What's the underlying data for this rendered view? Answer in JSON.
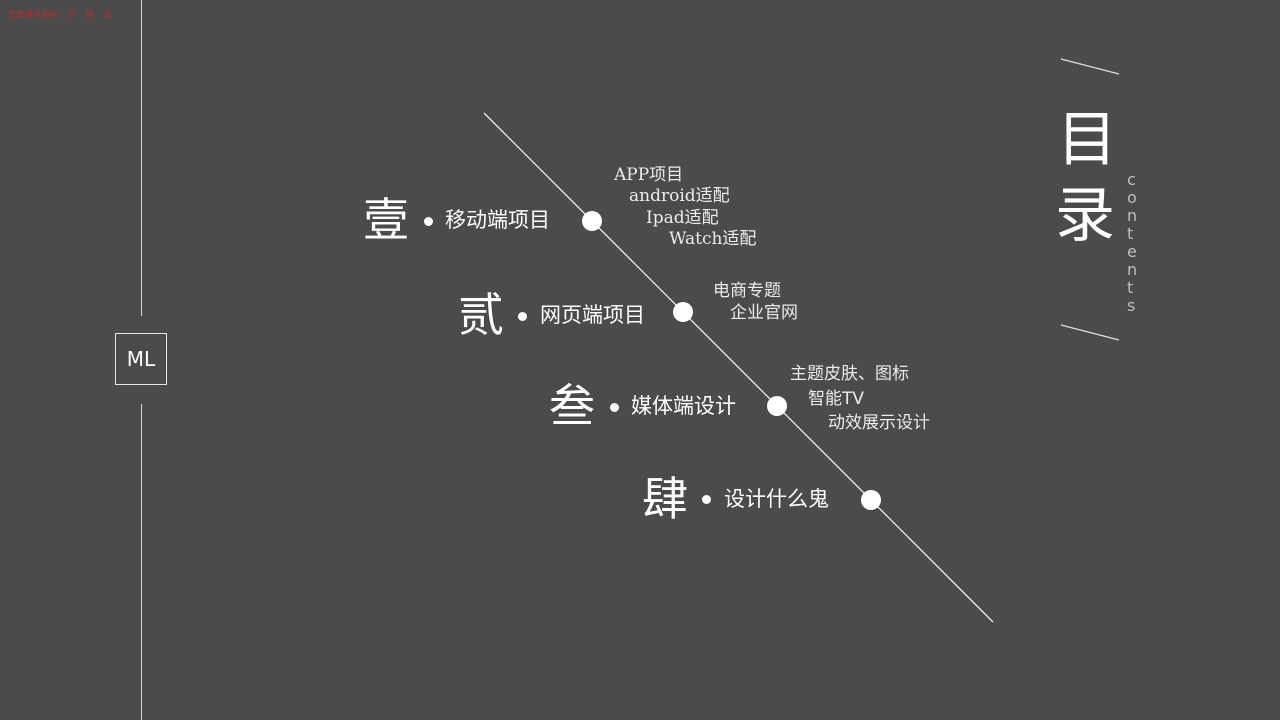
{
  "watermark": "志愿编号指向 · 宁 · 创 · 设",
  "logo": {
    "text": "ML"
  },
  "toc": {
    "char1": "目",
    "char2": "录",
    "subtitle_letters": [
      "c",
      "o",
      "n",
      "t",
      "e",
      "n",
      "t",
      "s"
    ]
  },
  "sections": [
    {
      "numeral": "壹",
      "label": "移动端项目",
      "items": [
        "APP项目",
        "android适配",
        "Ipad适配",
        "Watch适配"
      ]
    },
    {
      "numeral": "贰",
      "label": "网页端项目",
      "items": [
        "电商专题",
        "企业官网"
      ]
    },
    {
      "numeral": "叁",
      "label": "媒体端设计",
      "items": [
        "主题皮肤、图标",
        "智能TV",
        "动效展示设计"
      ]
    },
    {
      "numeral": "肆",
      "label": "设计什么鬼",
      "items": []
    }
  ],
  "colors": {
    "background": "#4b4b4b",
    "foreground": "#ffffff",
    "watermark": "#c42b2b"
  }
}
